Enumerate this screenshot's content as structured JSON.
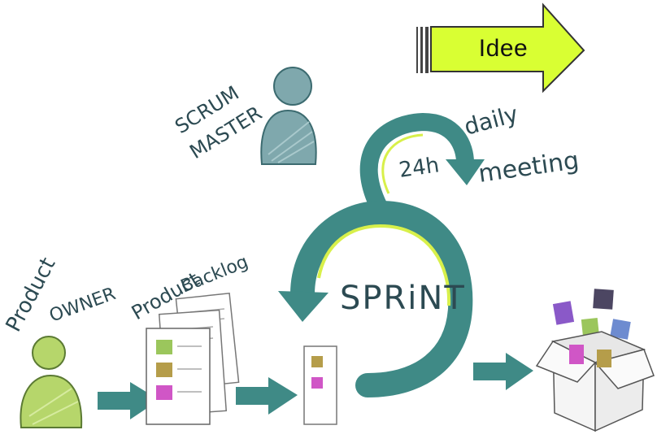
{
  "banner": {
    "label": "Idee",
    "fill_color": "#d9ff33"
  },
  "roles": {
    "scrum_master_line1": "SCRUM",
    "scrum_master_line2": "MASTER",
    "product_owner_line1": "Product",
    "product_owner_line2": "OWNER",
    "product_backlog_line1": "Product",
    "product_backlog_line2": "Backlog"
  },
  "cycle": {
    "daily_line1": "daily",
    "daily_line2": "meeting",
    "interval": "24h",
    "sprint": "SPRiNT"
  },
  "colors": {
    "teal": "#3f8a86",
    "person_green": "#b6d66b",
    "person_slate": "#7fa8ad",
    "sticky_green": "#9bc65c",
    "sticky_olive": "#b59d4a",
    "sticky_magenta": "#d056c6",
    "sticky_purple": "#8a59c8",
    "sticky_dark": "#4c4662",
    "sticky_blue": "#6d8bd0",
    "highlight_lime": "#d8f04a"
  },
  "icons": [
    "person-icon",
    "document-stack-icon",
    "task-card-icon",
    "arrow-right-icon",
    "open-box-icon",
    "cycle-arrow-icon"
  ]
}
